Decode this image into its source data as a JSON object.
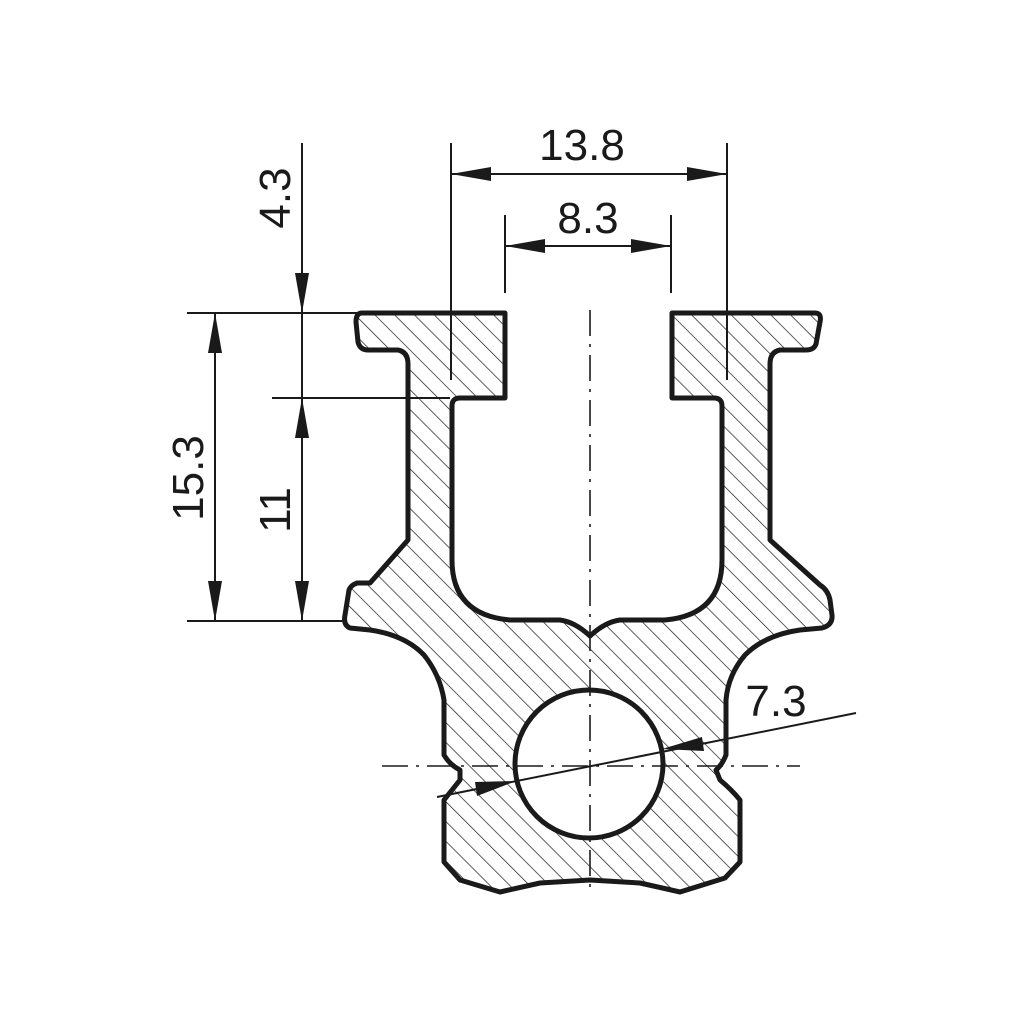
{
  "drawing": {
    "dimensions": {
      "outer_width": "13.8",
      "slot_width": "8.3",
      "top_offset": "4.3",
      "overall_height": "15.3",
      "inner_height": "11",
      "hole_diameter": "7.3"
    },
    "colors": {
      "line": "#1a1a1a",
      "background": "#ffffff"
    }
  }
}
